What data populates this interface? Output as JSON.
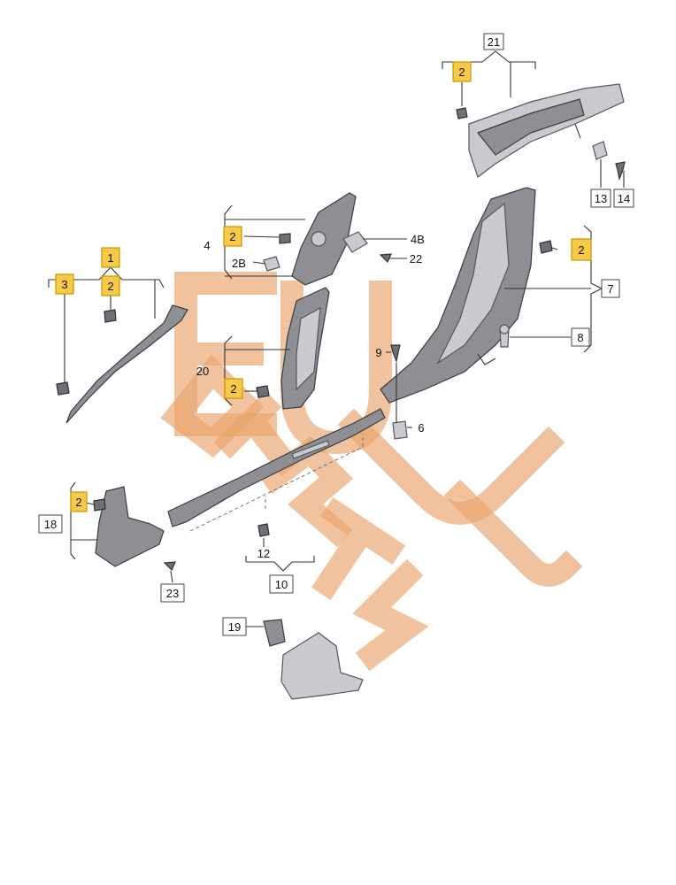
{
  "callouts": {
    "c1": "1",
    "c2": "2",
    "c2b": "2B",
    "c3": "3",
    "c4": "4",
    "c4b": "4B",
    "c6": "6",
    "c7": "7",
    "c8": "8",
    "c9": "9",
    "c10": "10",
    "c12": "12",
    "c13": "13",
    "c14": "14",
    "c18": "18",
    "c19": "19",
    "c20": "20",
    "c21": "21",
    "c22": "22",
    "c23": "23"
  },
  "highlight_color": "#f7c948",
  "watermark": {
    "text": "EU PARTS",
    "color": "#e8a36a"
  }
}
